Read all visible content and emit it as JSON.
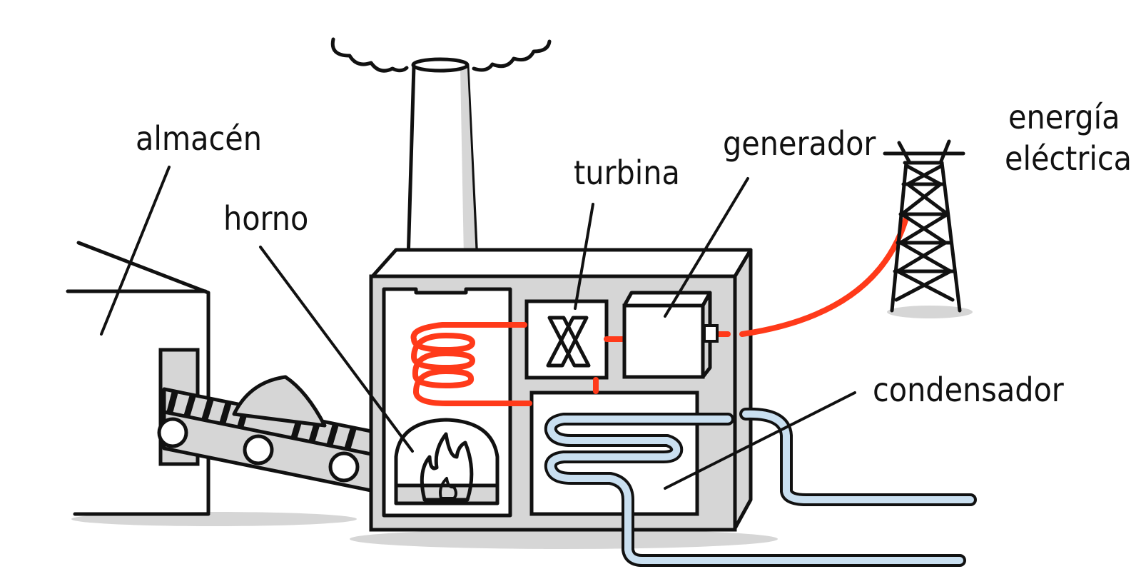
{
  "diagram": {
    "labels": {
      "almacen": "almacén",
      "horno": "horno",
      "turbina": "turbina",
      "generador": "generador",
      "energia_line1": "energía",
      "energia_line2": "eléctrica",
      "condensador": "condensador"
    },
    "colors": {
      "ink": "#111111",
      "steam_line": "#ff3a1a",
      "water_pipe": "#c9dff0",
      "shadow": "#d6d6d6"
    }
  }
}
